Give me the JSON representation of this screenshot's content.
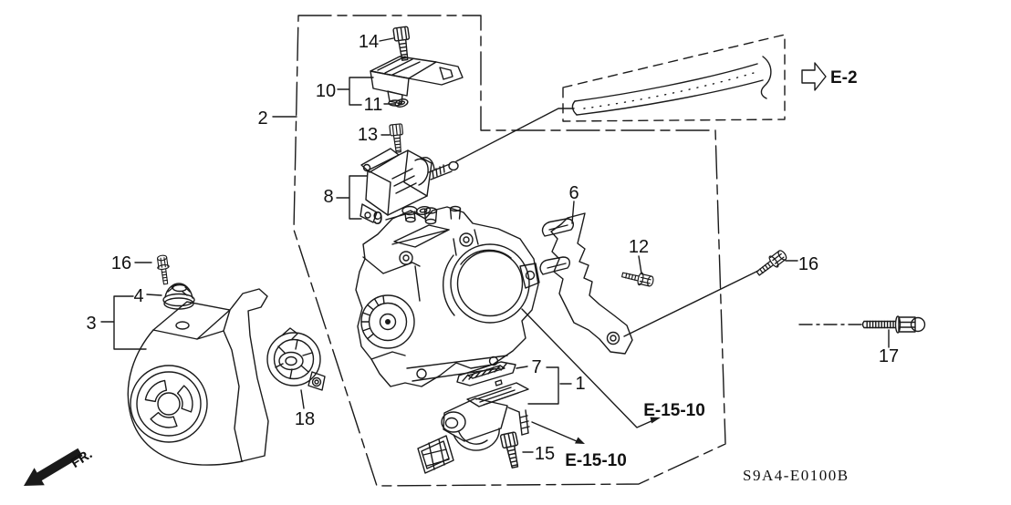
{
  "diagram": {
    "code": "S9A4-E0100B",
    "front_indicator": "FR.",
    "background_color": "#ffffff",
    "line_color": "#1a1a1a"
  },
  "callouts": {
    "p1": "1",
    "p2": "2",
    "p3": "3",
    "p4": "4",
    "p6": "6",
    "p7": "7",
    "p8": "8",
    "p9": "9",
    "p10": "10",
    "p11": "11",
    "p12": "12",
    "p13": "13",
    "p14": "14",
    "p15": "15",
    "p16_left": "16",
    "p16_right": "16",
    "p17": "17",
    "p18": "18"
  },
  "references": {
    "e2": "E-2",
    "e15_10_upper": "E-15-10",
    "e15_10_lower": "E-15-10"
  }
}
